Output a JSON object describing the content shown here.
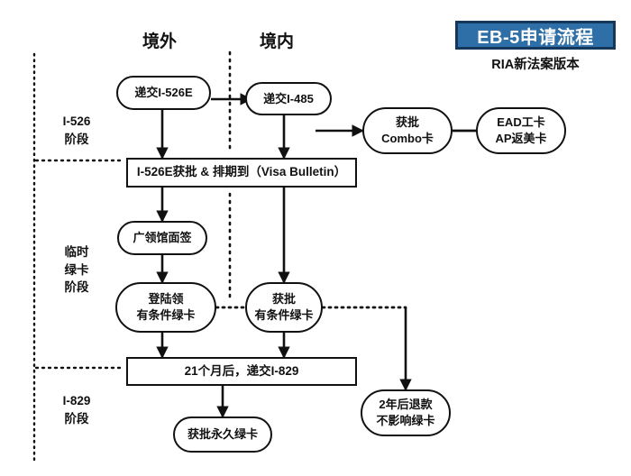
{
  "banner": {
    "title": "EB-5申请流程",
    "subtitle": "RIA新法案版本",
    "fill_color": "#2f6fa8",
    "border_color": "#14375c",
    "text_color": "#ffffff"
  },
  "columns": [
    {
      "name": "overseas",
      "label": "境外"
    },
    {
      "name": "domestic",
      "label": "境内"
    }
  ],
  "stages": [
    {
      "name": "i526",
      "label": "I-526\n阶段"
    },
    {
      "name": "temporary-green-card",
      "label": "临时\n绿卡\n阶段"
    },
    {
      "name": "i829",
      "label": "I-829\n阶段"
    }
  ],
  "nodes": [
    {
      "name": "submit-i526e",
      "label": "递交I-526E",
      "shape": "pill"
    },
    {
      "name": "submit-i485",
      "label": "递交I-485",
      "shape": "pill"
    },
    {
      "name": "approved-combo-card",
      "label": "获批\nCombo卡",
      "shape": "pill"
    },
    {
      "name": "ead-ap-card",
      "label": "EAD工卡\nAP返美卡",
      "shape": "pill"
    },
    {
      "name": "i526e-approved-visa-bulletin",
      "label": "I-526E获批 & 排期到（Visa Bulletin）",
      "shape": "rect"
    },
    {
      "name": "consulate-interview",
      "label": "广领馆面签",
      "shape": "pill"
    },
    {
      "name": "land-conditional-green-card",
      "label": "登陆领\n有条件绿卡",
      "shape": "pill"
    },
    {
      "name": "approved-conditional-green-card",
      "label": "获批\n有条件绿卡",
      "shape": "pill"
    },
    {
      "name": "submit-i829-after-21-months",
      "label": "21个月后，递交I-829",
      "shape": "rect"
    },
    {
      "name": "refund-after-2-years",
      "label": "2年后退款\n不影响绿卡",
      "shape": "pill"
    },
    {
      "name": "approved-permanent-green-card",
      "label": "获批永久绿卡",
      "shape": "pill"
    }
  ]
}
